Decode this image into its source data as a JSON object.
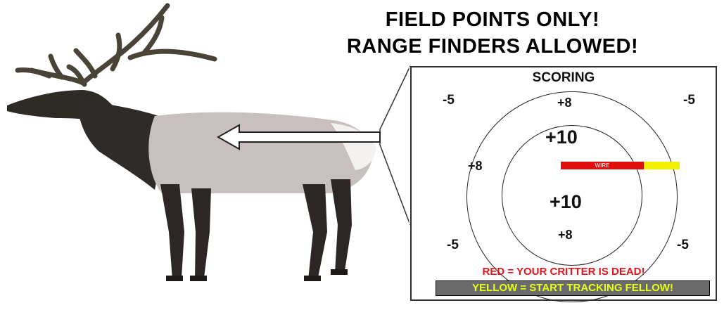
{
  "headline": {
    "line1": "FIELD POINTS  ONLY!",
    "line2": "RANGE FINDERS  ALLOWED!"
  },
  "scoring": {
    "title": "SCORING",
    "corner_tl": "-5",
    "corner_tr": "-5",
    "corner_bl": "-5",
    "corner_br": "-5",
    "outer_top": "+8",
    "outer_left": "+8",
    "outer_bottom": "+8",
    "inner_top": "+10",
    "inner_bottom": "+10",
    "wire_label": "WIRE",
    "red_legend": "RED = YOUR CRITTER IS DEAD!",
    "yellow_legend": "YELLOW = START TRACKING FELLOW!"
  },
  "colors": {
    "red": "#e10e0e",
    "yellow": "#f0f000",
    "legend_bg": "#6b6b6b"
  }
}
